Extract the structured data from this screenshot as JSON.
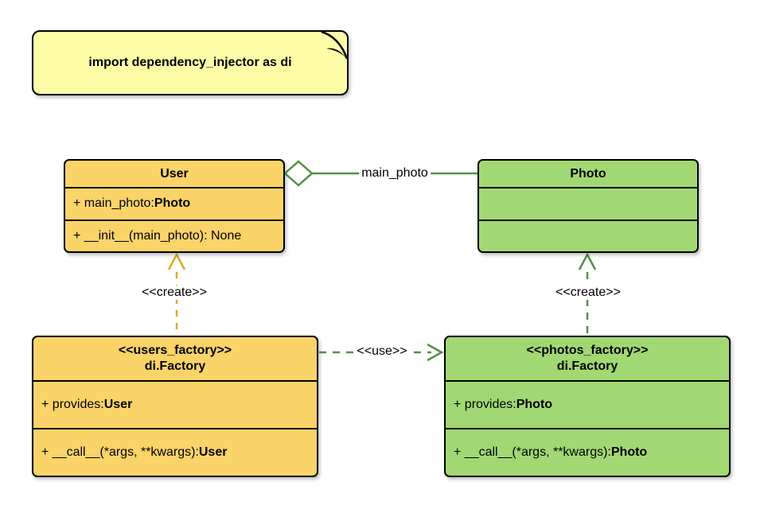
{
  "note": {
    "text": "import dependency_injector as di"
  },
  "classes": {
    "user": {
      "title": "User",
      "members": [
        {
          "prefix": "+ main_photo: ",
          "emph": "Photo"
        },
        {
          "prefix": "+ __init__(main_photo): None",
          "emph": ""
        }
      ]
    },
    "photo": {
      "title": "Photo"
    },
    "users_factory": {
      "stereotype": "<<users_factory>>",
      "title": "di.Factory",
      "members": [
        {
          "prefix": "+ provides: ",
          "emph": "User"
        },
        {
          "prefix": "+ __call__(*args, **kwargs): ",
          "emph": "User"
        }
      ]
    },
    "photos_factory": {
      "stereotype": "<<photos_factory>>",
      "title": "di.Factory",
      "members": [
        {
          "prefix": "+ provides: ",
          "emph": "Photo"
        },
        {
          "prefix": "+ __call__(*args, **kwargs): ",
          "emph": "Photo"
        }
      ]
    }
  },
  "edges": {
    "aggregation": {
      "label": "main_photo"
    },
    "create_users": {
      "label": "<<create>>"
    },
    "create_photos": {
      "label": "<<create>>"
    },
    "use": {
      "label": "<<use>>"
    }
  },
  "colors": {
    "class_yellow": "#FAD369",
    "class_green": "#A2D873",
    "note_yellow": "#FDFDA8",
    "edge_green": "#4F9143",
    "edge_gold": "#DCA928",
    "border_black": "#000000"
  }
}
